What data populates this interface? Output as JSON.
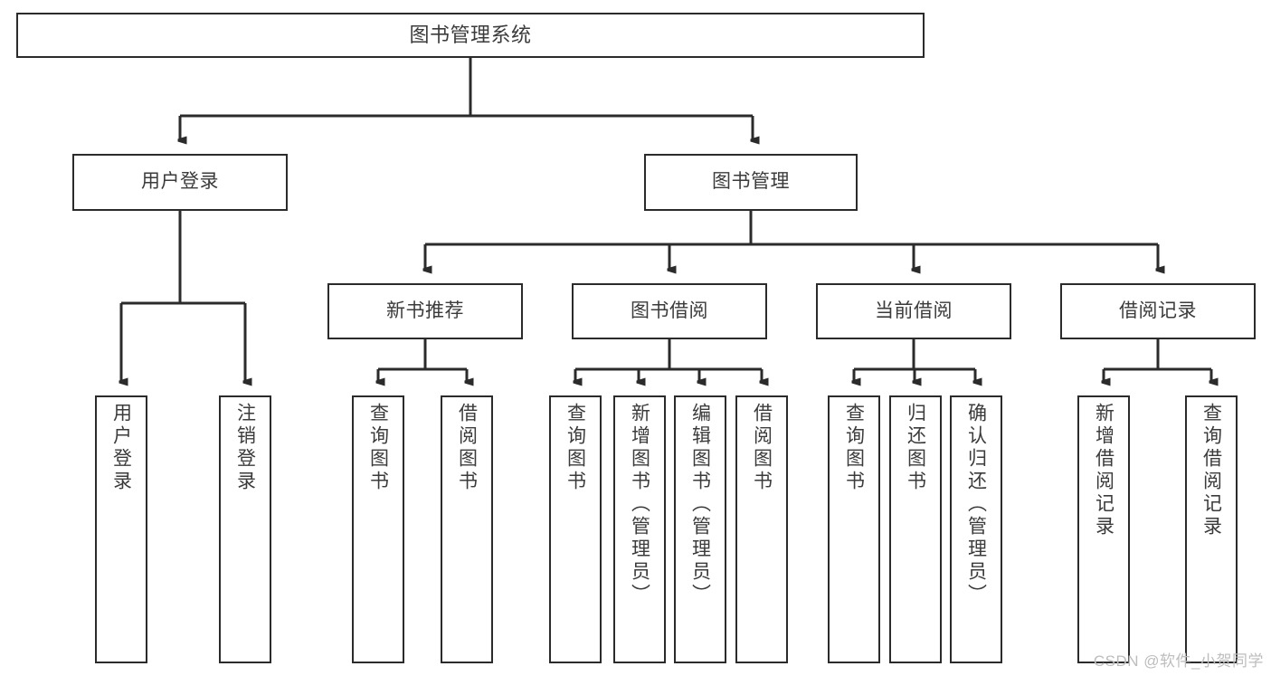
{
  "diagram": {
    "title": "图书管理系统",
    "type": "tree-hierarchy",
    "stroke_color": "#2b2b2b",
    "text_color": "#3b3b3b",
    "background_color": "#ffffff",
    "watermark": "CSDN @软件_小贺同学"
  },
  "nodes": {
    "root": {
      "label": "图书管理系统"
    },
    "level1": [
      {
        "label": "用户登录"
      },
      {
        "label": "图书管理"
      }
    ],
    "level2": [
      {
        "label": "新书推荐"
      },
      {
        "label": "图书借阅"
      },
      {
        "label": "当前借阅"
      },
      {
        "label": "借阅记录"
      }
    ],
    "leaves": {
      "user_login": [
        {
          "label": "用户登录"
        },
        {
          "label": "注销登录"
        }
      ],
      "new_book_recommend": [
        {
          "label": "查询图书"
        },
        {
          "label": "借阅图书"
        }
      ],
      "book_borrow": [
        {
          "label": "查询图书"
        },
        {
          "label": "新增图书（管理员）"
        },
        {
          "label": "编辑图书（管理员）"
        },
        {
          "label": "借阅图书"
        }
      ],
      "current_borrow": [
        {
          "label": "查询图书"
        },
        {
          "label": "归还图书"
        },
        {
          "label": "确认归还（管理员）"
        }
      ],
      "borrow_record": [
        {
          "label": "新增借阅记录"
        },
        {
          "label": "查询借阅记录"
        }
      ]
    }
  }
}
